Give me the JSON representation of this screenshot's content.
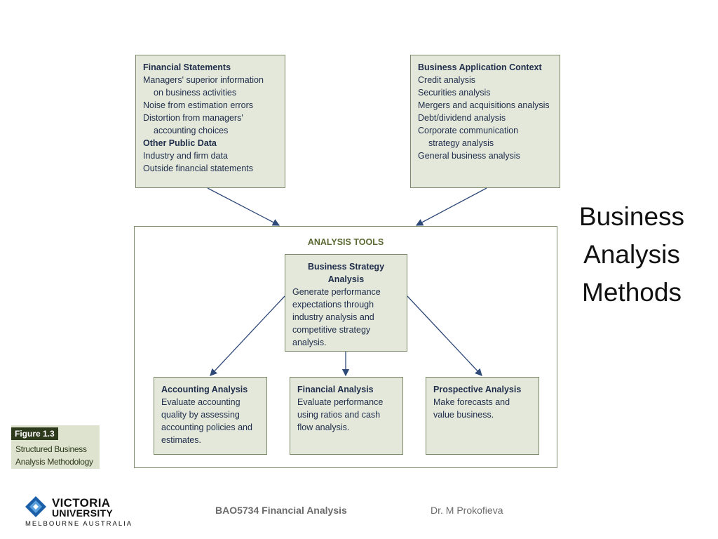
{
  "slide": {
    "title_lines": [
      "Business",
      "Analysis",
      "Methods"
    ],
    "footer_course": "BAO5734 Financial Analysis",
    "footer_author": "Dr. M Prokofieva"
  },
  "figure": {
    "number": "Figure 1.3",
    "caption_lines": [
      "Structured Business",
      "Analysis Methodology"
    ]
  },
  "logo": {
    "word1": "VICTORIA",
    "word2": "UNIVERSITY",
    "sub": "MELBOURNE AUSTRALIA",
    "icon": "diamond-logo-icon"
  },
  "sources": {
    "heading1": "Financial Statements",
    "items1": [
      "Managers' superior information",
      "on business activities",
      "Noise from estimation errors",
      "Distortion from managers'",
      "accounting choices"
    ],
    "heading2": "Other Public Data",
    "items2": [
      "Industry and firm data",
      "Outside financial statements"
    ]
  },
  "context": {
    "heading": "Business Application Context",
    "items": [
      "Credit analysis",
      "Securities analysis",
      "Mergers and acquisitions analysis",
      "Debt/dividend analysis",
      "Corporate communication",
      "strategy analysis",
      "General business analysis"
    ]
  },
  "tools": {
    "title": "ANALYSIS TOOLS",
    "strategy": {
      "heading_lines": [
        "Business Strategy",
        "Analysis"
      ],
      "body_lines": [
        "Generate performance",
        "expectations through",
        "industry analysis and",
        "competitive strategy",
        "analysis."
      ]
    },
    "accounting": {
      "heading": "Accounting Analysis",
      "body_lines": [
        "Evaluate accounting",
        "quality by assessing",
        "accounting policies and",
        "estimates."
      ]
    },
    "financial": {
      "heading": "Financial Analysis",
      "body_lines": [
        "Evaluate performance",
        "using ratios and cash",
        "flow analysis."
      ]
    },
    "prospective": {
      "heading": "Prospective Analysis",
      "body_lines": [
        "Make forecasts and",
        "value business."
      ]
    }
  },
  "colors": {
    "box_fill": "#e4e8db",
    "box_border": "#7d8a6a",
    "arrow": "#2f4a78",
    "tools_title": "#5a6730",
    "logo_blue": "#1b5fa8"
  }
}
